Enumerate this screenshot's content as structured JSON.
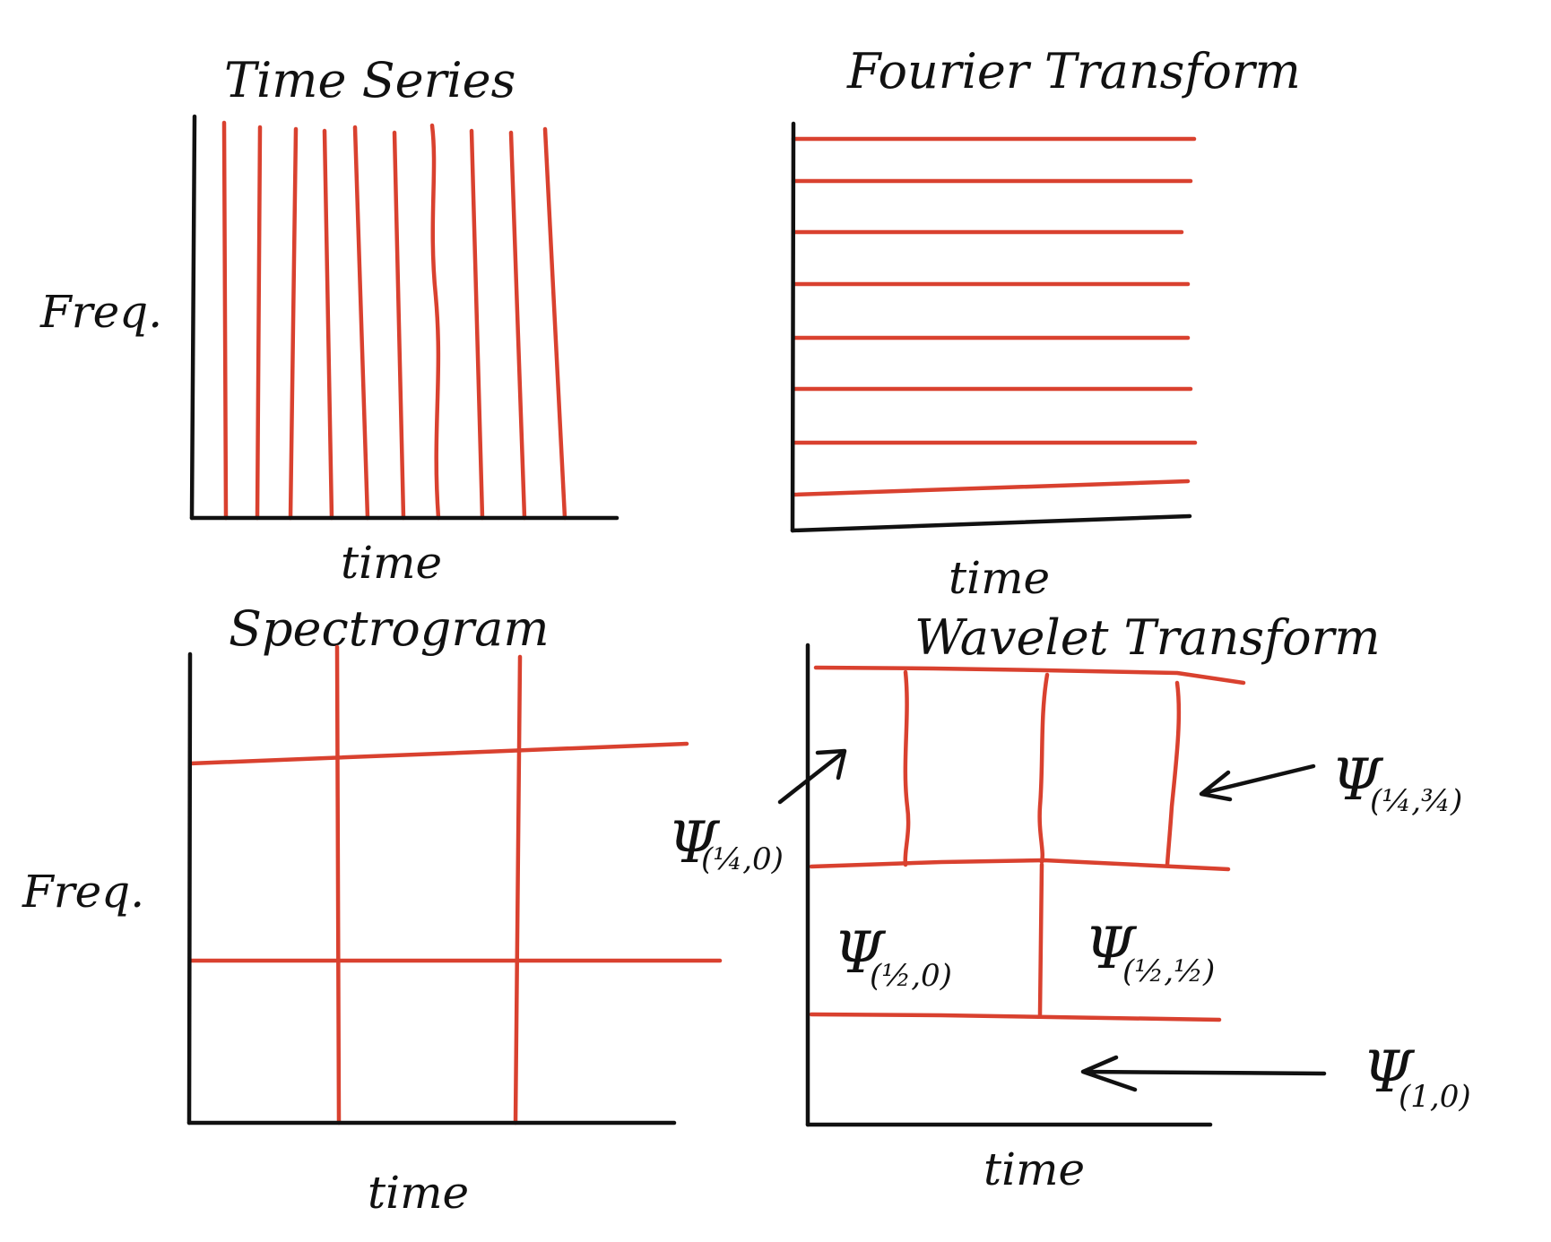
{
  "panels": {
    "time_series": {
      "title": "Time Series",
      "ylabel": "Freq.",
      "xlabel": "time"
    },
    "fourier": {
      "title": "Fourier Transform",
      "xlabel": "time"
    },
    "spectrogram": {
      "title": "Spectrogram",
      "ylabel": "Freq.",
      "xlabel": "time"
    },
    "wavelet": {
      "title": "Wavelet Transform",
      "xlabel": "time",
      "labels": {
        "psi_quarter_zero": {
          "symbol": "Ψ",
          "sub": "(¼,0)"
        },
        "psi_quarter_three": {
          "symbol": "Ψ",
          "sub": "(¼,¾)"
        },
        "psi_half_zero": {
          "symbol": "Ψ",
          "sub": "(½,0)"
        },
        "psi_half_half": {
          "symbol": "Ψ",
          "sub": "(½,½)"
        },
        "psi_one_zero": {
          "symbol": "Ψ",
          "sub": "(1,0)"
        }
      }
    }
  },
  "colors": {
    "ink": "#111111",
    "grid_lines": "#d9412f"
  }
}
